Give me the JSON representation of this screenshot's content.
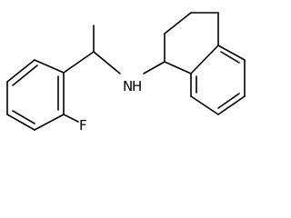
{
  "molecule": {
    "atom_labels": {
      "amine": "N",
      "amine_h": "H",
      "fluorine": "F"
    }
  }
}
